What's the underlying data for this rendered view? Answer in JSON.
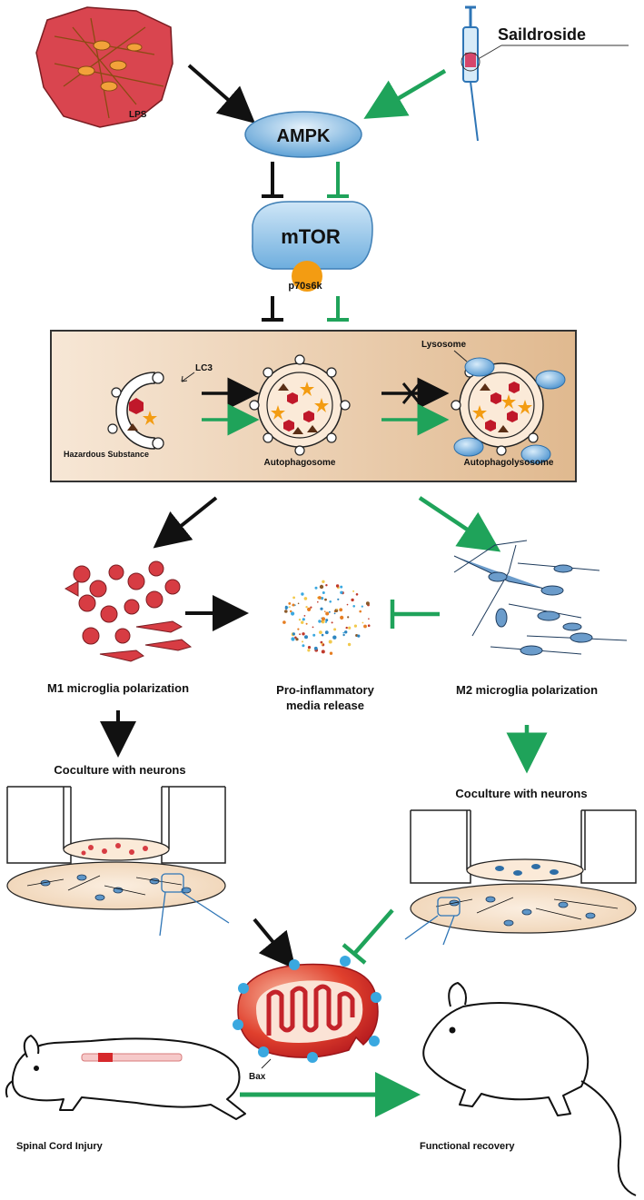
{
  "labels": {
    "lps": "LPS",
    "saildroside": "Saildroside",
    "ampk": "AMPK",
    "mtor": "mTOR",
    "p70s6k": "p70s6k",
    "lc3": "LC3",
    "hazardous": "Hazardous Substance",
    "autophagosome": "Autophagosome",
    "lysosome": "Lysosome",
    "autophagolysosome": "Autophagolysosome",
    "m1": "M1 microglia polarization",
    "proinflammatory_line1": "Pro-inflammatory",
    "proinflammatory_line2": "media release",
    "m2": "M2 microglia polarization",
    "coculture_left": "Coculture with neurons",
    "coculture_right": "Coculture with neurons",
    "bax": "Bax",
    "sci": "Spinal Cord Injury",
    "recovery": "Functional recovery"
  },
  "colors": {
    "green_arrow": "#1fa35a",
    "black_arrow": "#111111",
    "lps_red": "#d9454f",
    "ampk_blue": "#7fb7e0",
    "mtor_blue": "#8fc3ea",
    "p70s6k_orange": "#f39c12",
    "box_tan": "#e6c4a3",
    "lysosome_blue": "#6aaee0",
    "mito_red": "#d6282b",
    "bax_blue": "#3aa8e0",
    "m1_cell_red": "#d73c43",
    "m2_cell_blue": "#6b9ccb"
  }
}
